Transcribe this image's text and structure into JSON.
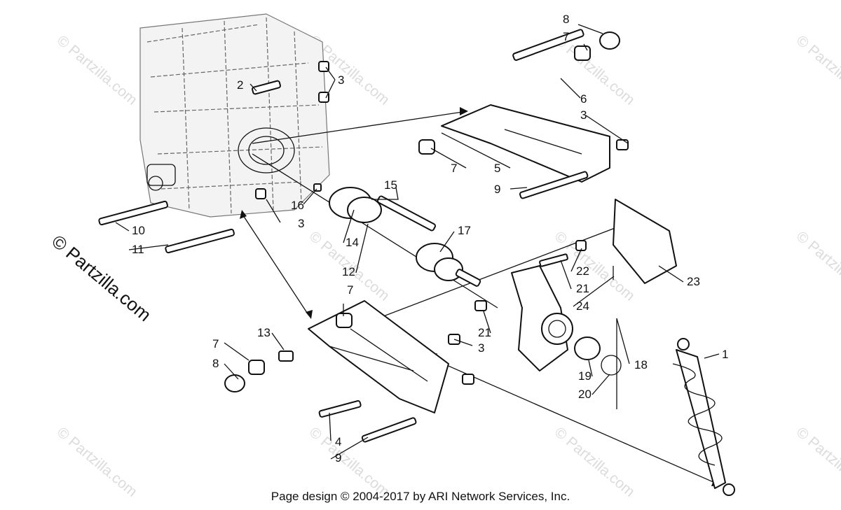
{
  "watermark": "© Partzilla.com",
  "footer_text": "Page design © 2004-2017 by ARI Network Services, Inc.",
  "callouts": [
    "1",
    "2",
    "3",
    "3",
    "3",
    "3",
    "4",
    "5",
    "6",
    "7",
    "7",
    "7",
    "7",
    "8",
    "8",
    "9",
    "9",
    "10",
    "11",
    "12",
    "13",
    "14",
    "15",
    "16",
    "17",
    "18",
    "19",
    "20",
    "21",
    "21",
    "22",
    "23",
    "24"
  ]
}
